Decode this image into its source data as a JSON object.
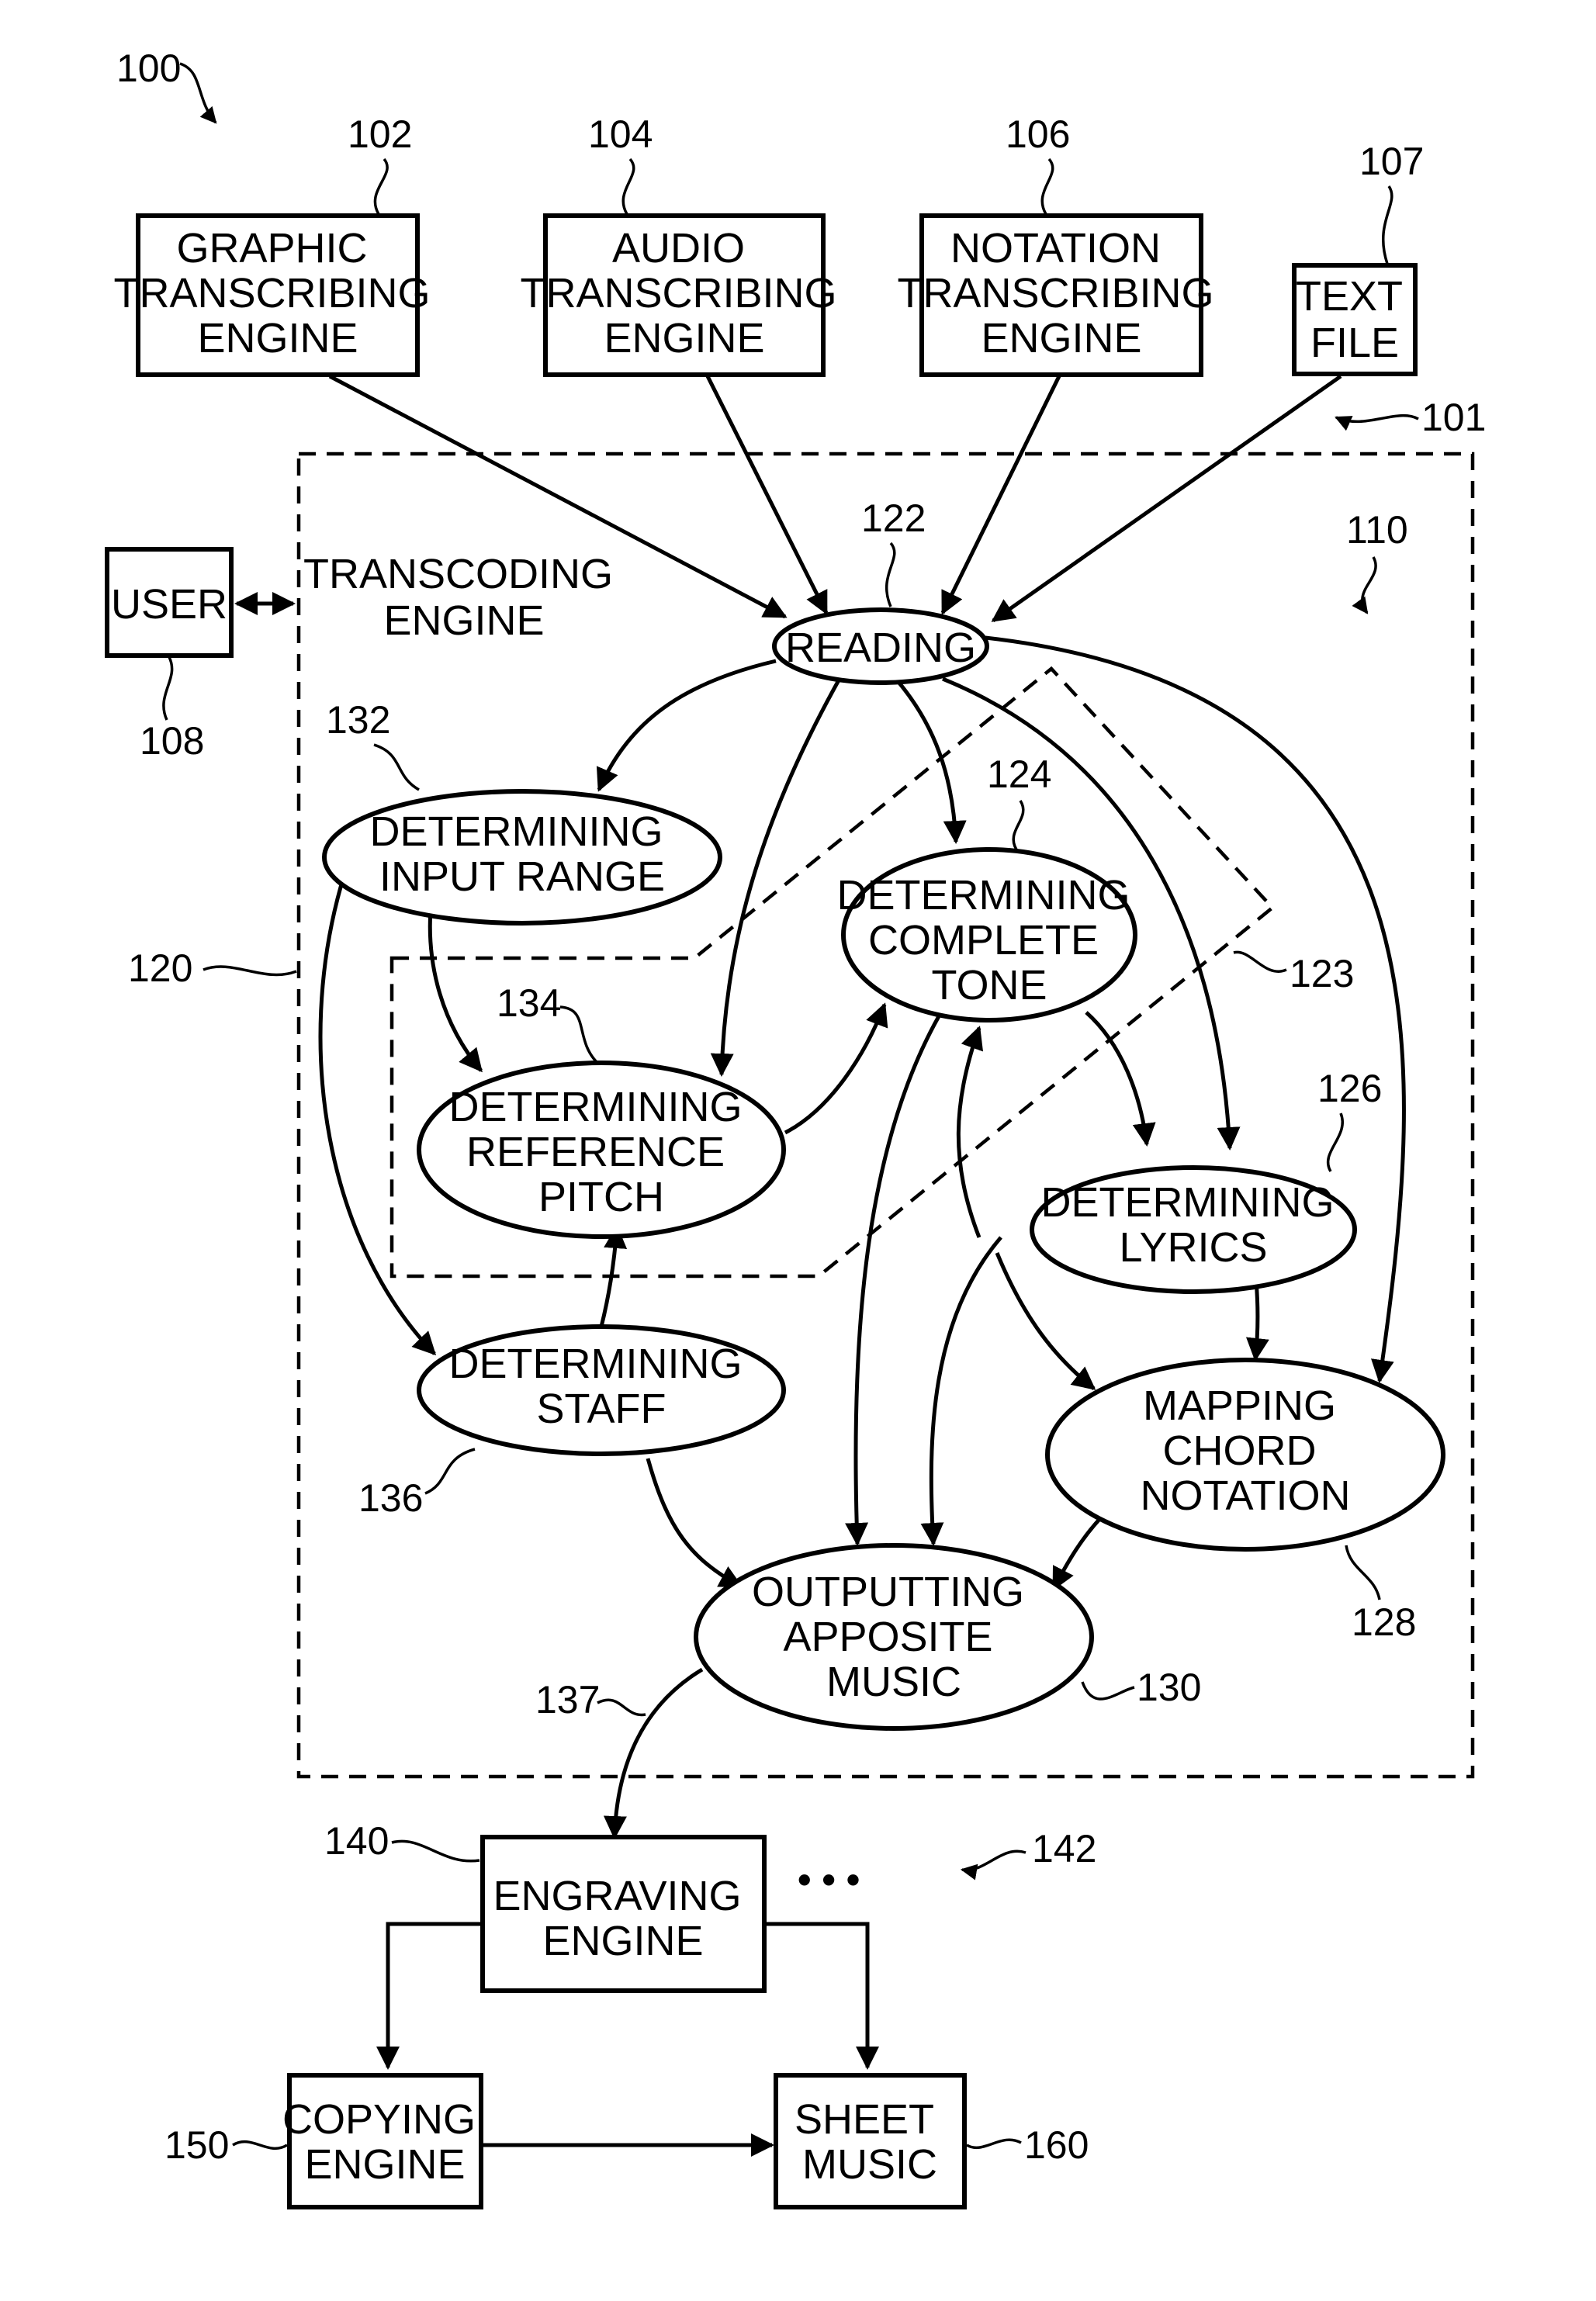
{
  "figure": {
    "ref_100": "100",
    "ref_101": "101",
    "ref_110": "110",
    "ref_120": "120",
    "ref_123": "123",
    "ref_137": "137",
    "ref_142": "142",
    "ellipsis": "• • •"
  },
  "sources": {
    "graphic": {
      "ref": "102",
      "lines": [
        "GRAPHIC",
        "TRANSCRIBING",
        "ENGINE"
      ]
    },
    "audio": {
      "ref": "104",
      "lines": [
        "AUDIO",
        "TRANSCRIBING",
        "ENGINE"
      ]
    },
    "notation": {
      "ref": "106",
      "lines": [
        "NOTATION",
        "TRANSCRIBING",
        "ENGINE"
      ]
    },
    "text_file": {
      "ref": "107",
      "lines": [
        "TEXT",
        "FILE"
      ]
    }
  },
  "user": {
    "ref": "108",
    "label": "USER"
  },
  "transcoding": {
    "title_lines": [
      "TRANSCODING",
      "ENGINE"
    ],
    "reading": {
      "ref": "122",
      "lines": [
        "READING"
      ]
    },
    "complete_tone": {
      "ref": "124",
      "lines": [
        "DETERMINING",
        "COMPLETE",
        "TONE"
      ]
    },
    "lyrics": {
      "ref": "126",
      "lines": [
        "DETERMINING",
        "LYRICS"
      ]
    },
    "chord": {
      "ref": "128",
      "lines": [
        "MAPPING",
        "CHORD",
        "NOTATION"
      ]
    },
    "output": {
      "ref": "130",
      "lines": [
        "OUTPUTTING",
        "APPOSITE",
        "MUSIC"
      ]
    },
    "input_range": {
      "ref": "132",
      "lines": [
        "DETERMINING",
        "INPUT RANGE"
      ]
    },
    "ref_pitch": {
      "ref": "134",
      "lines": [
        "DETERMINING",
        "REFERENCE",
        "PITCH"
      ]
    },
    "staff": {
      "ref": "136",
      "lines": [
        "DETERMINING",
        "STAFF"
      ]
    }
  },
  "outputs": {
    "engraving": {
      "ref": "140",
      "lines": [
        "ENGRAVING",
        "ENGINE"
      ]
    },
    "copying": {
      "ref": "150",
      "lines": [
        "COPYING",
        "ENGINE"
      ]
    },
    "sheet": {
      "ref": "160",
      "lines": [
        "SHEET",
        "MUSIC"
      ]
    }
  }
}
